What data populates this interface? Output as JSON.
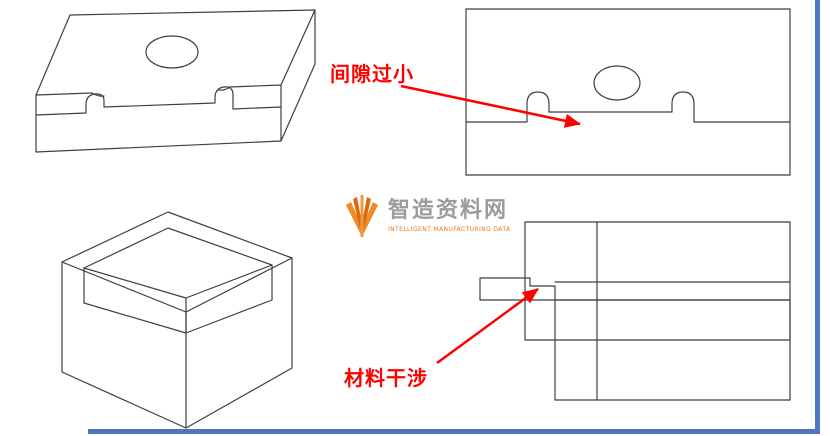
{
  "annotations": {
    "gap_label": "间隙过小",
    "interference_label": "材料干涉"
  },
  "watermark": {
    "title": "智造资料网",
    "subtitle": "INTELLIGENT MANUFACTURING DATA"
  },
  "colors": {
    "annotation_red": "#ff0000",
    "drawing_line": "#3f3f3f",
    "frame_blue": "#4f74c2",
    "logo_orange": "#e8771e",
    "watermark_gray": "#9b9b9b"
  }
}
